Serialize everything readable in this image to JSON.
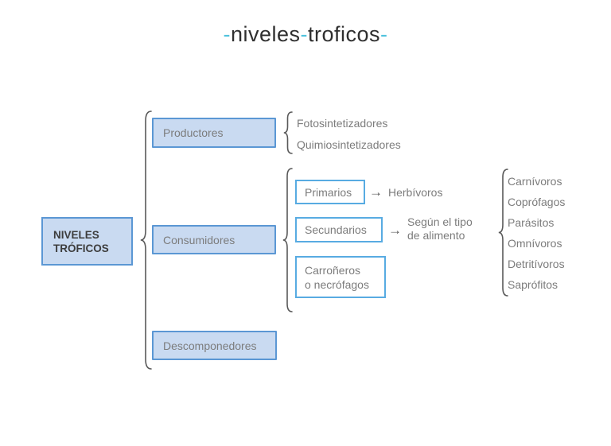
{
  "title": {
    "prefix_dash": "-",
    "word1": "niveles",
    "mid_dash": "-",
    "word2": "troficos",
    "suffix_dash": "-"
  },
  "root": {
    "line1": "NIVELES",
    "line2": "TRÓFICOS"
  },
  "branches": {
    "productores": {
      "label": "Productores",
      "children": [
        "Fotosintetizadores",
        "Quimiosintetizadores"
      ]
    },
    "consumidores": {
      "label": "Consumidores",
      "primarios": {
        "label": "Primarios",
        "result": "Herbívoros"
      },
      "secundarios": {
        "label": "Secundarios",
        "note_line1": "Según el tipo",
        "note_line2": "de alimento"
      },
      "carroneros": {
        "line1": "Carroñeros",
        "line2": "o necrófagos"
      },
      "types": [
        "Carnívoros",
        "Coprófagos",
        "Parásitos",
        "Omnívoros",
        "Detritívoros",
        "Saprófitos"
      ]
    },
    "descomponedores": {
      "label": "Descomponedores"
    }
  },
  "icons": {
    "arrow": "→"
  },
  "colors": {
    "box-fill": "#c9daf1",
    "box-border": "#5b97d4",
    "subbox-border": "#58abe2",
    "text-gray": "#7c7c7c",
    "text-dark": "#3d3d3d",
    "brace": "#595959",
    "title-text": "#2f2f2f",
    "title-dash": "#4fc3dd"
  }
}
